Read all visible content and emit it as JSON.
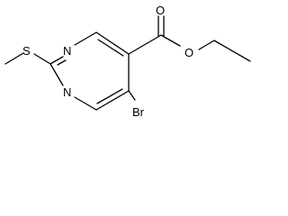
{
  "molecule": {
    "atoms": {
      "sulfur": "S",
      "n1": "N",
      "n3": "N",
      "carbonyl_oxygen": "O",
      "ester_oxygen": "O",
      "bromine": "Br"
    }
  }
}
